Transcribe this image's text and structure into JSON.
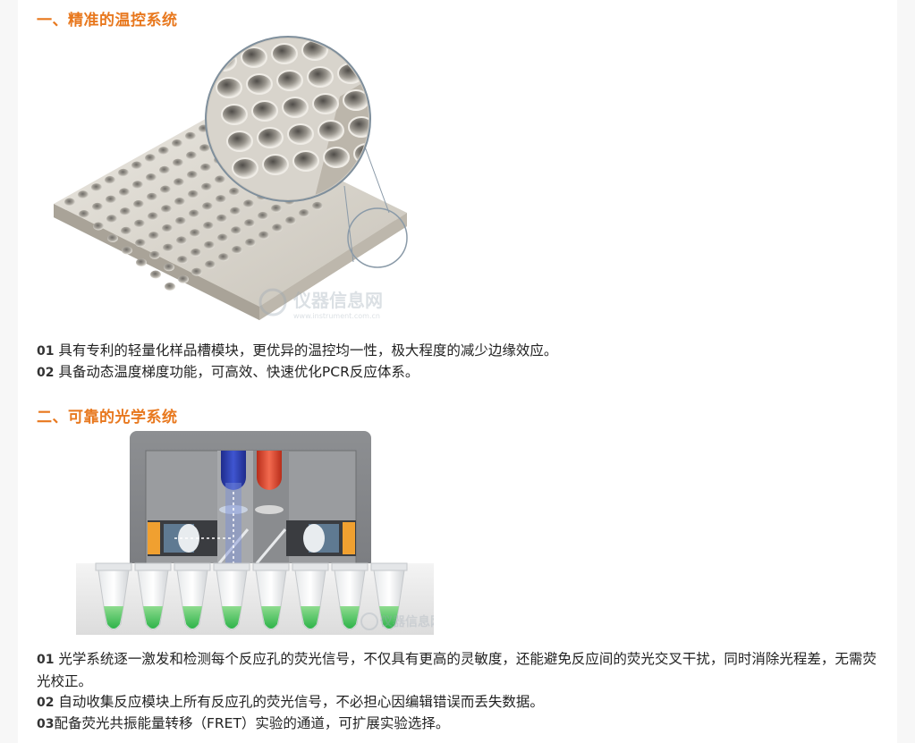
{
  "sections": [
    {
      "heading": "一、精准的温控系统",
      "items": [
        {
          "num": "01",
          "text": "具有专利的轻量化样品槽模块，更优异的温控均一性，极大程度的减少边缘效应。"
        },
        {
          "num": "02",
          "text": "具备动态温度梯度功能，可高效、快速优化PCR反应体系。"
        }
      ]
    },
    {
      "heading": "二、可靠的光学系统",
      "items": [
        {
          "num": "01",
          "text": "光学系统逐一激发和检测每个反应孔的荧光信号，不仅具有更高的灵敏度，还能避免反应间的荧光交叉干扰，同时消除光程差，无需荧光校正。"
        },
        {
          "num": "02",
          "text": "自动收集反应模块上所有反应孔的荧光信号，不必担心因编辑错误而丢失数据。"
        },
        {
          "num": "03",
          "text": "配备荧光共振能量转移（FRET）实验的通道，可扩展实验选择。"
        }
      ]
    }
  ],
  "watermark": {
    "logo": "仪器信息网",
    "url": "www.instrument.com.cn"
  },
  "colors": {
    "heading": "#e8781e",
    "fluid": "#2eb34a",
    "blue_tube": "#2a3ba8",
    "red_tube": "#e0452c",
    "filter": "#f0a030"
  }
}
